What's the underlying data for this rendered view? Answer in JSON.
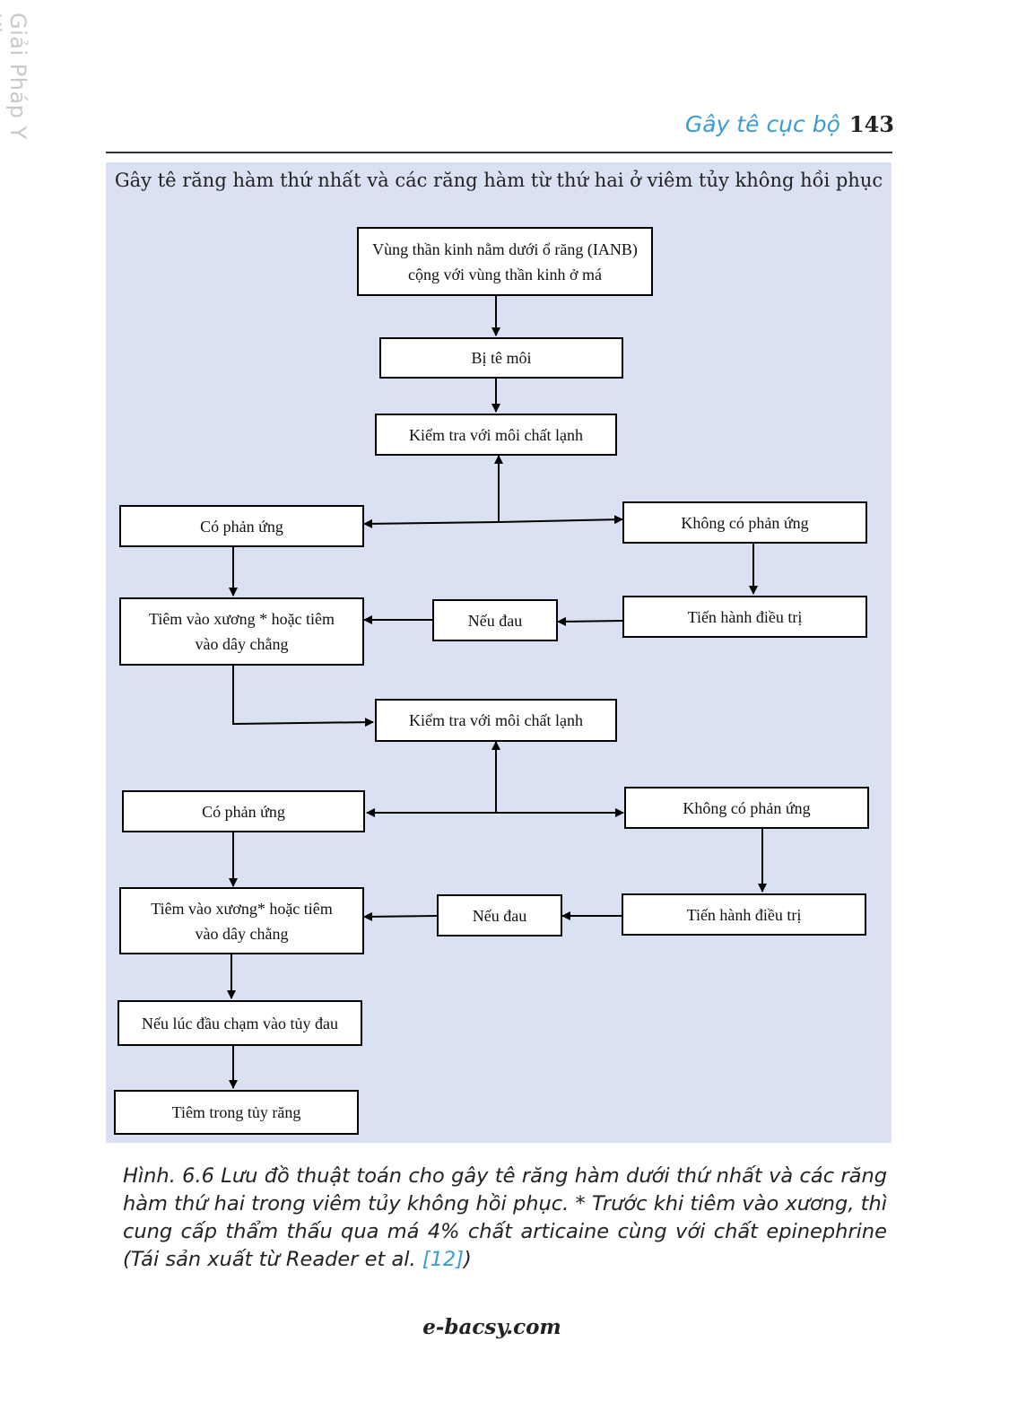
{
  "side_watermark": "Giải Pháp Y Khoa",
  "header": {
    "chapter": "Gây tê cục bộ",
    "page_number": "143"
  },
  "figure": {
    "title": "Gây tê răng hàm thứ nhất và các răng hàm từ thứ hai ở viêm tủy không hồi  phục",
    "nodes": {
      "n1": "Vùng thần kinh nằm dưới ổ răng (IANB) cộng với vùng thần kinh ở má",
      "n2": "Bị tê môi",
      "n3": "Kiểm tra với môi chất lạnh",
      "n4": "Có phản ứng",
      "n5": "Không có phản ứng",
      "n6": "Tiến hành điều trị",
      "n7": "Nếu đau",
      "n8": "Tiêm vào xương * hoặc tiêm vào dây chằng",
      "n9": "Kiểm tra với môi chất lạnh",
      "n10": "Có phản ứng",
      "n11": "Không có phản ứng",
      "n12": "Tiến hành điều trị",
      "n13": "Nếu đau",
      "n14": "Tiêm vào xương* hoặc tiêm vào dây chằng",
      "n15": "Nếu lúc đầu chạm vào tủy đau",
      "n16": "Tiêm trong tủy răng"
    }
  },
  "caption": {
    "text": "Hình. 6.6 Lưu đồ thuật toán  cho gây tê răng hàm dưới thứ nhất và các răng hàm thứ hai trong viêm tủy không hồi phục. * Trước khi tiêm vào xương, thì cung cấp thẩm thấu qua má 4% chất articaine cùng với chất epinephrine (Tái sản xuất từ Reader et al. ",
    "citation": "[12]",
    "close": ")"
  },
  "footer": "e-bacsy.com"
}
